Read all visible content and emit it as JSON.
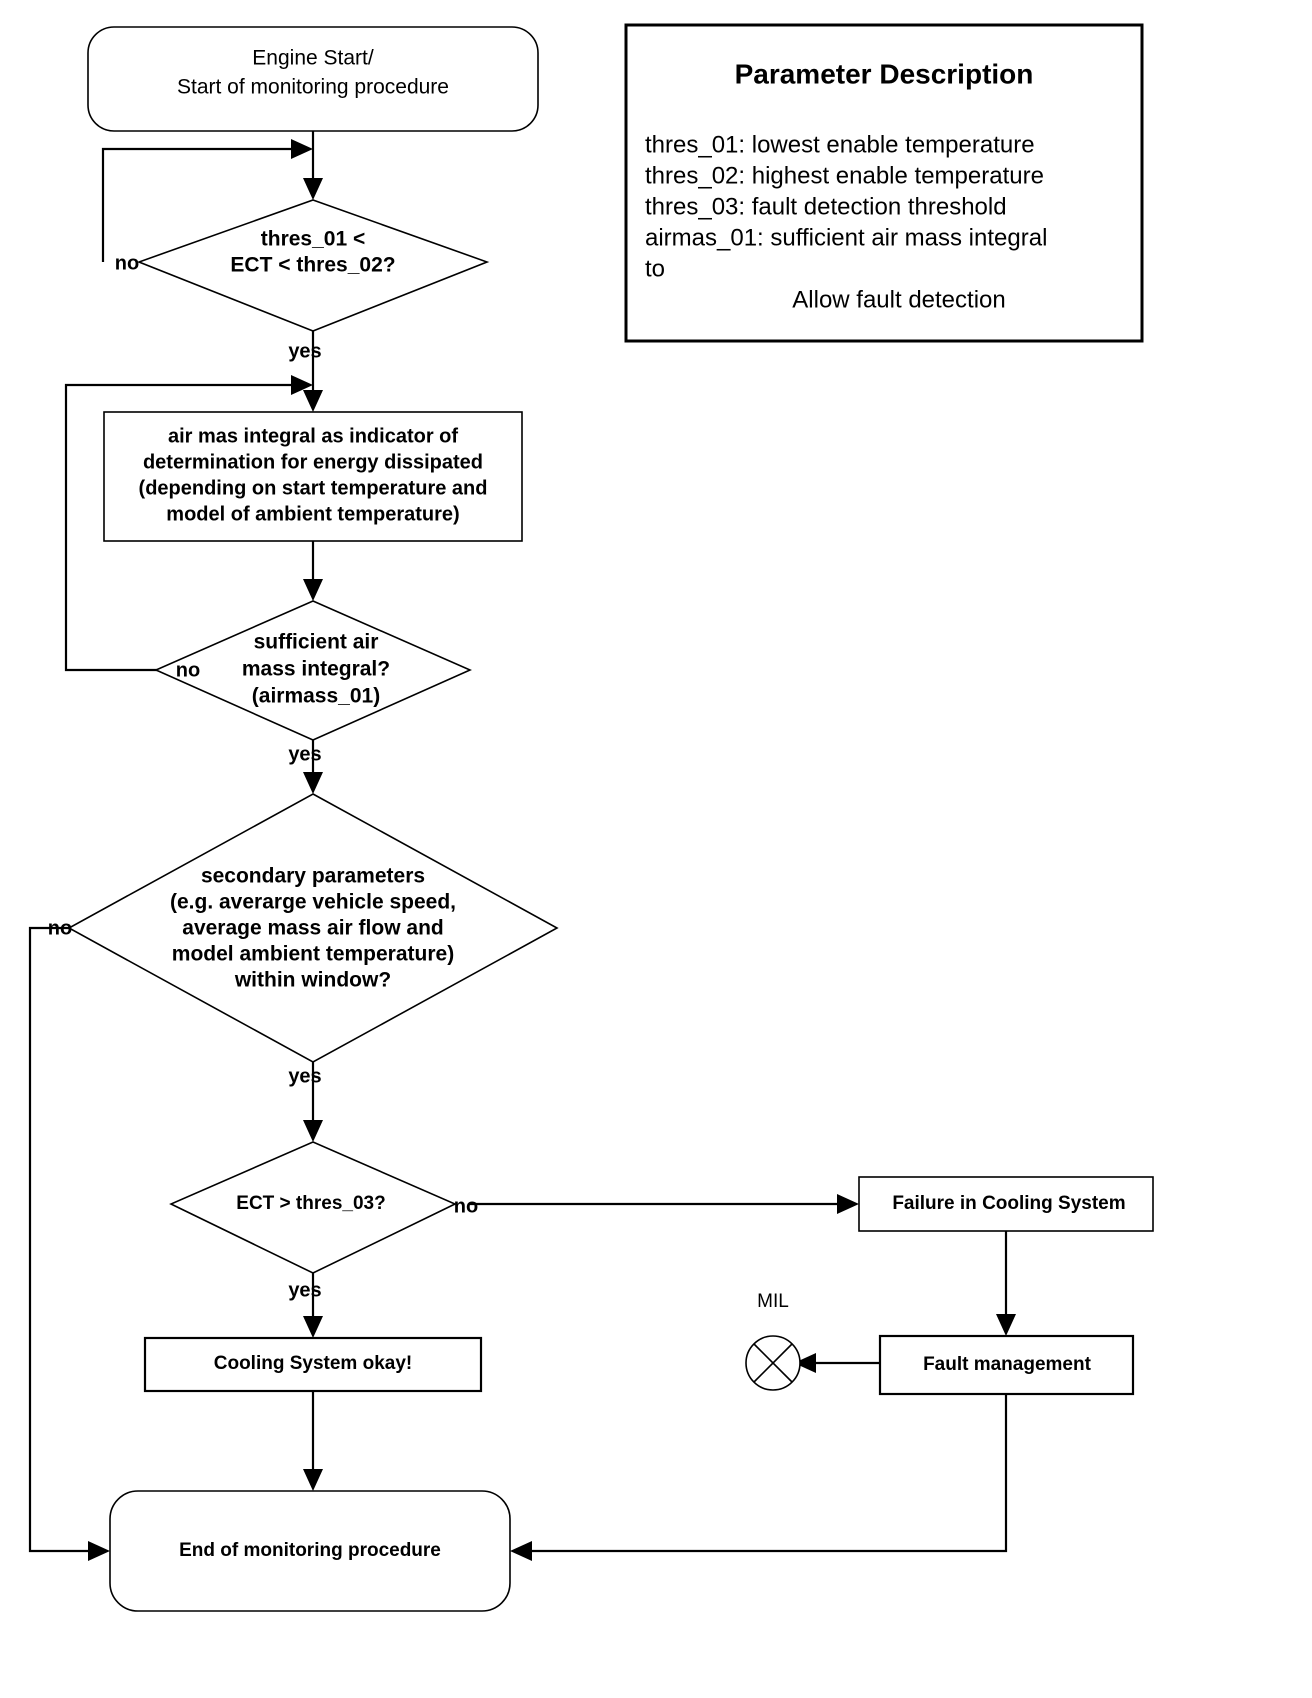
{
  "diagram": {
    "title": "Engine cooling system monitoring flowchart",
    "stroke_color": "#000000",
    "fill_color": "#ffffff"
  },
  "legend": {
    "title": "Parameter Description",
    "lines": [
      "thres_01: lowest enable temperature",
      "thres_02: highest enable temperature",
      "thres_03: fault detection threshold",
      "airmas_01: sufficient air mass integral",
      "to"
    ],
    "footer": "Allow fault detection"
  },
  "nodes": {
    "start": {
      "type": "terminator",
      "line1": "Engine Start/",
      "line2": "Start of monitoring procedure"
    },
    "dec_ect_window": {
      "type": "decision",
      "line1": "thres_01 <",
      "line2": "ECT < thres_02?"
    },
    "proc_airmass": {
      "type": "process",
      "line1": "air mas integral as indicator of",
      "line2": "determination for energy dissipated",
      "line3": "(depending on start temperature and",
      "line4": "model of ambient temperature)"
    },
    "dec_airmass": {
      "type": "decision",
      "line1": "sufficient air",
      "line2": "mass integral?",
      "line3": "(airmass_01)"
    },
    "dec_secondary": {
      "type": "decision",
      "line1": "secondary parameters",
      "line2": "(e.g. averarge vehicle speed,",
      "line3": "average mass air flow and",
      "line4": "model ambient temperature)",
      "line5": "within window?"
    },
    "dec_thres03": {
      "type": "decision",
      "line1": "ECT > thres_03?"
    },
    "proc_cooling_ok": {
      "type": "process",
      "line1": "Cooling System okay!"
    },
    "proc_failure": {
      "type": "process",
      "line1": "Failure in Cooling System"
    },
    "proc_fault_mgmt": {
      "type": "process",
      "line1": "Fault management"
    },
    "mil": {
      "type": "indicator",
      "label": "MIL",
      "glyph": "circle-with-x"
    },
    "end": {
      "type": "terminator",
      "line1": "End of monitoring procedure"
    }
  },
  "edge_labels": {
    "ect_window_no": "no",
    "ect_window_yes": "yes",
    "airmass_no": "no",
    "airmass_yes": "yes",
    "secondary_no": "no",
    "secondary_yes": "yes",
    "thres03_no": "no",
    "thres03_yes": "yes"
  }
}
